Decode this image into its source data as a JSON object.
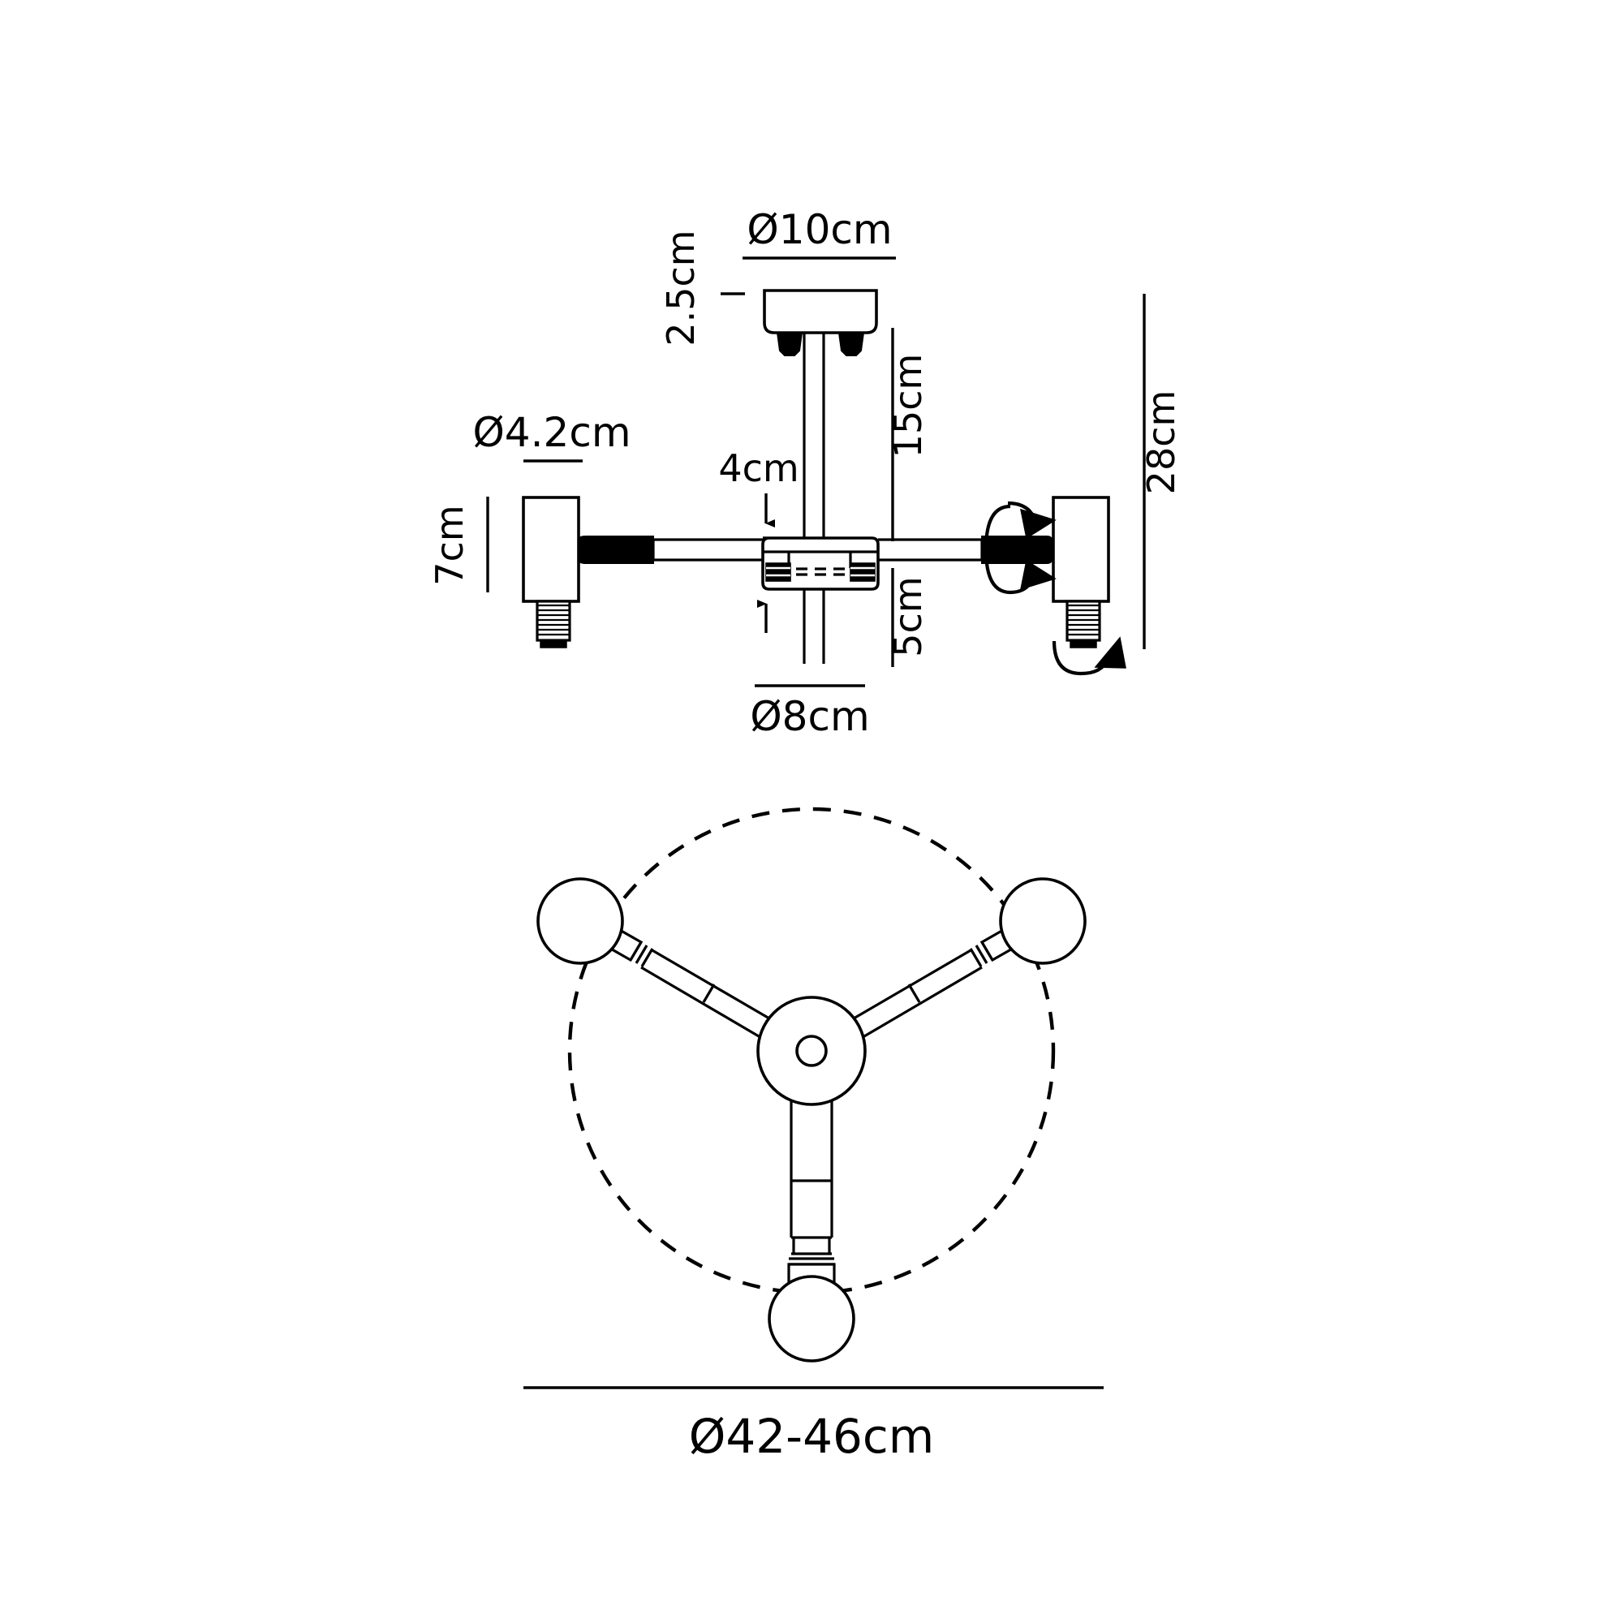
{
  "drawing": {
    "title": "3-arm semi-flush ceiling light dimensional drawing",
    "line_color": "#000000",
    "background": "#ffffff",
    "views": [
      {
        "name": "elevation-view",
        "description": "front elevation of 3 arm ceiling lamp"
      },
      {
        "name": "plan-view",
        "description": "bottom plan view showing 3 arms at 120 degrees within swing circle"
      }
    ]
  },
  "dimensions": {
    "canopy_diameter": "Ø10cm",
    "canopy_height": "2.5cm",
    "shade_diameter": "Ø4.2cm",
    "shade_height": "7cm",
    "hub_offset_top": "4cm",
    "rod_length": "15cm",
    "hub_to_bottom": "5cm",
    "hub_diameter": "Ø8cm",
    "total_height": "28cm",
    "swing_diameter": "Ø42-46cm"
  },
  "annotations": {
    "rotation_arrow_arm": "arm-rotation-arrow",
    "rotation_arrow_head": "head-swivel-arrow"
  }
}
